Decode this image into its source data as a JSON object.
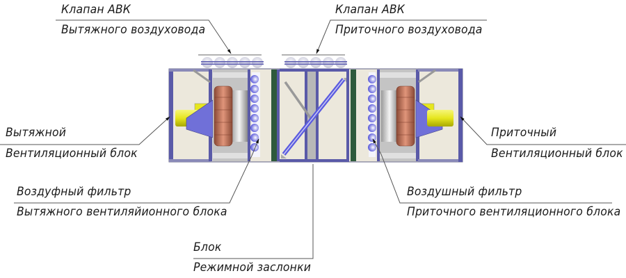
{
  "diagram": {
    "type": "ventilation_unit_schematic",
    "labels": {
      "exhaust_valve": {
        "line1": "Клапан АВК",
        "line2": "Вытяжного воздуховода"
      },
      "supply_valve": {
        "line1": "Клапан АВК",
        "line2": "Приточного воздуховода"
      },
      "exhaust_fan": {
        "line1": "Вытяжной",
        "line2": "Вентиляционный блок"
      },
      "supply_fan": {
        "line1": "Приточный",
        "line2": "Вентиляционный блок"
      },
      "exhaust_filter": {
        "line1": "Воздуфный фильтр",
        "line2": "Вытяжного вентиляйионного блока"
      },
      "supply_filter": {
        "line1": "Воздушный фильтр",
        "line2": "Приточного вентиляционного блока"
      },
      "damper_block": {
        "line1": "Блок",
        "line2": "Режимной заслонки"
      }
    },
    "colors": {
      "frame": "#5a5aa8",
      "panel": "#ece8dc",
      "fan_wheel": "#c87a5e",
      "motor": "#e6e61e",
      "filter": "#6a6ae0",
      "green_panel": "#2e5a3c",
      "gray": "#b8b8b8",
      "leader": "#555555"
    }
  }
}
